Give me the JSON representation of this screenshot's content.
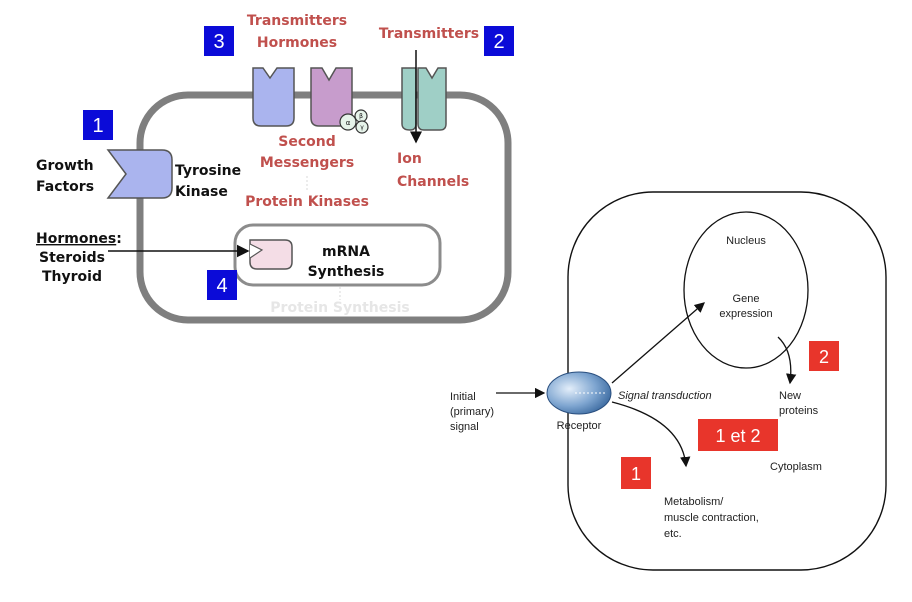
{
  "left_diagram": {
    "badges": [
      {
        "id": "b1",
        "label": "1"
      },
      {
        "id": "b2",
        "label": "2"
      },
      {
        "id": "b3",
        "label": "3"
      },
      {
        "id": "b4",
        "label": "4"
      }
    ],
    "growth_factors_line1": "Growth",
    "growth_factors_line2": "Factors",
    "tyrosine_line1": "Tyrosine",
    "tyrosine_line2": "Kinase",
    "transmitters_hormones_line1": "Transmitters",
    "transmitters_hormones_line2": "Hormones",
    "transmitters_right": "Transmitters",
    "second_messengers_line1": "Second",
    "second_messengers_line2": "Messengers",
    "protein_kinases": "Protein Kinases",
    "ion_channels_line1": "Ion",
    "ion_channels_line2": "Channels",
    "hormones_heading": "Hormones",
    "hormones_colon": ":",
    "steroids": "Steroids",
    "thyroid": "Thyroid",
    "mrna_line1": "mRNA",
    "mrna_line2": "Synthesis",
    "protein_synthesis": "Protein Synthesis",
    "g_protein_alpha": "α",
    "g_protein_beta": "β",
    "g_protein_gamma": "γ"
  },
  "right_diagram": {
    "nucleus": "Nucleus",
    "gene_line1": "Gene",
    "gene_line2": "expression",
    "new_line1": "New",
    "new_line2": "proteins",
    "initial_line1": "Initial",
    "initial_line2": "(primary)",
    "initial_line3": "signal",
    "receptor": "Receptor",
    "signal_transduction": "Signal transduction",
    "cytoplasm": "Cytoplasm",
    "metabolism_line1": "Metabolism/",
    "metabolism_line2": "muscle contraction,",
    "metabolism_line3": "etc.",
    "badges": [
      {
        "id": "r2",
        "label": "2"
      },
      {
        "id": "r1et2",
        "label": "1 et 2"
      },
      {
        "id": "r1",
        "label": "1"
      }
    ]
  },
  "colors": {
    "badge_blue": "#0b0bd8",
    "badge_red": "#e8352b",
    "label_red": "#c0504d",
    "receptor_blue": "#aab4ee",
    "receptor_purple": "#c79ccc",
    "channel_teal": "#9fcfc6",
    "cell_border": "#7f7f7f"
  }
}
